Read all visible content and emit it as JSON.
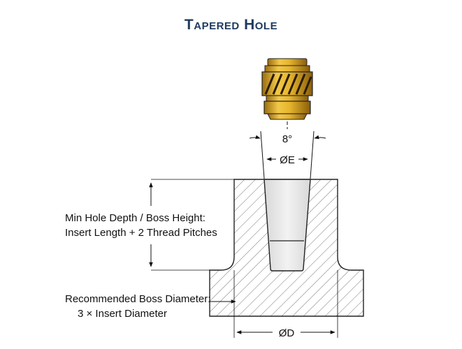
{
  "title": "Tapered Hole",
  "angle_label": "8°",
  "dia_e_label": "ØE",
  "dia_d_label": "ØD",
  "depth_note": {
    "line1": "Min Hole Depth / Boss Height:",
    "line2": "Insert Length + 2 Thread Pitches"
  },
  "boss_note": {
    "line1": "Recommended Boss Diameter:",
    "line2": "3 × Insert Diameter"
  },
  "colors": {
    "title": "#1f3a5f",
    "brass": "#e0b030",
    "brass_dark": "#a07010",
    "hole_fill": "#e6e6e6"
  }
}
